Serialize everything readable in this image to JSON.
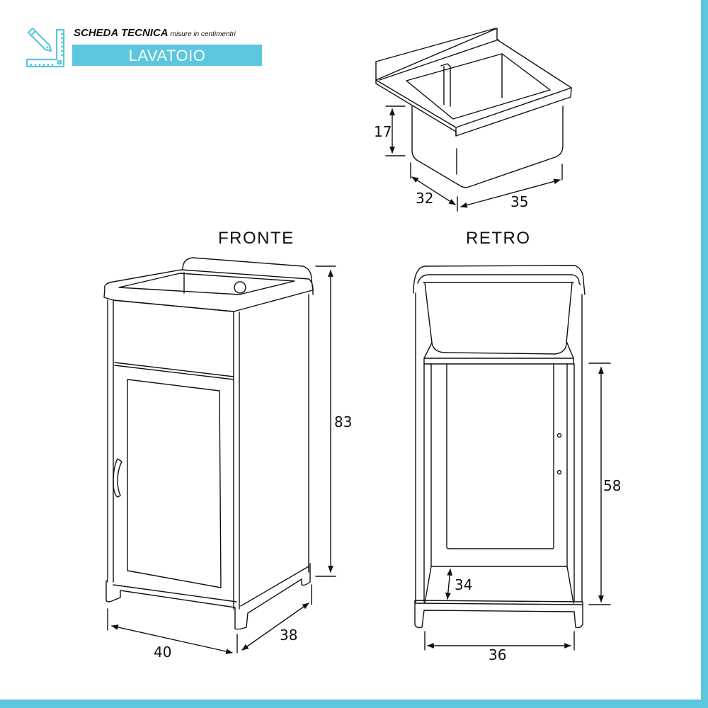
{
  "header": {
    "title": "SCHEDA TECNICA",
    "subtitle": "misure in centimentri",
    "product": "LAVATOIO",
    "icon": "ruler-pencil-icon"
  },
  "colors": {
    "accent": "#5bc6dd",
    "line": "#111111",
    "background": "#ffffff"
  },
  "basin": {
    "dimensions": {
      "height": "17",
      "depth": "32",
      "width": "35"
    }
  },
  "views": {
    "front": {
      "title": "FRONTE",
      "dimensions": {
        "height": "83",
        "width": "40",
        "depth": "38"
      }
    },
    "back": {
      "title": "RETRO",
      "dimensions": {
        "cabinet_height": "58",
        "shelf_depth": "34",
        "width": "36"
      }
    }
  }
}
